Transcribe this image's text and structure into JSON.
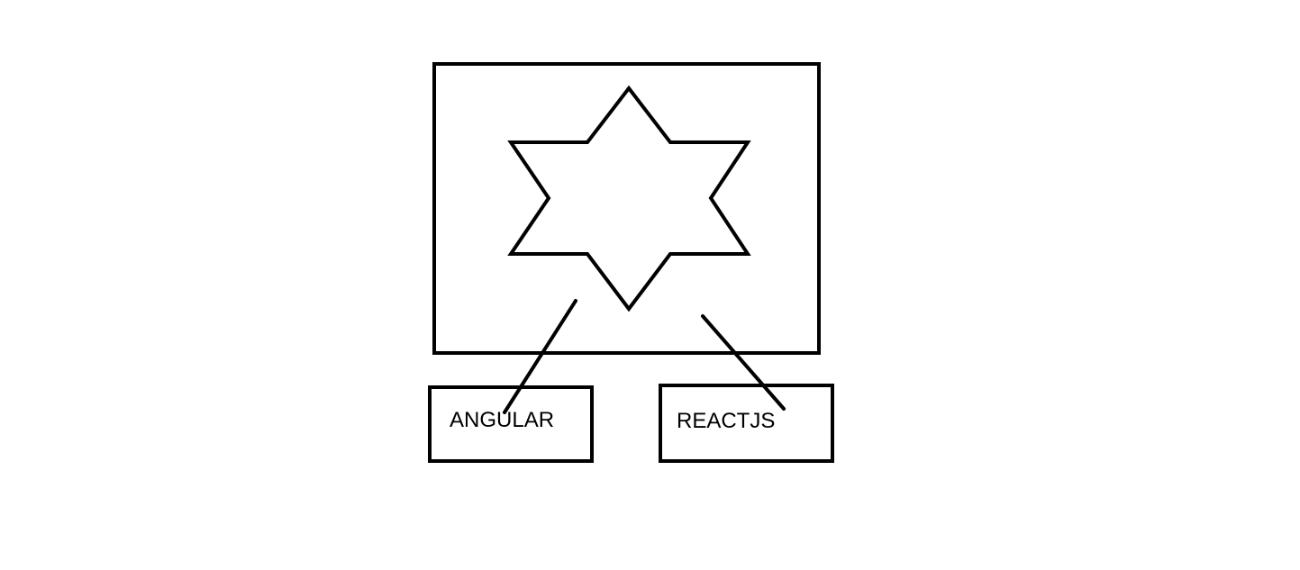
{
  "diagram": {
    "nodes": [
      {
        "id": "main-frame",
        "label": ""
      },
      {
        "id": "star",
        "label": ""
      },
      {
        "id": "angular-box",
        "label": "ANGULAR"
      },
      {
        "id": "reactjs-box",
        "label": "REACTJS"
      }
    ],
    "edges": [
      {
        "from": "star",
        "to": "angular-box"
      },
      {
        "from": "star",
        "to": "reactjs-box"
      }
    ],
    "colors": {
      "stroke": "#000000",
      "background": "#ffffff"
    }
  }
}
